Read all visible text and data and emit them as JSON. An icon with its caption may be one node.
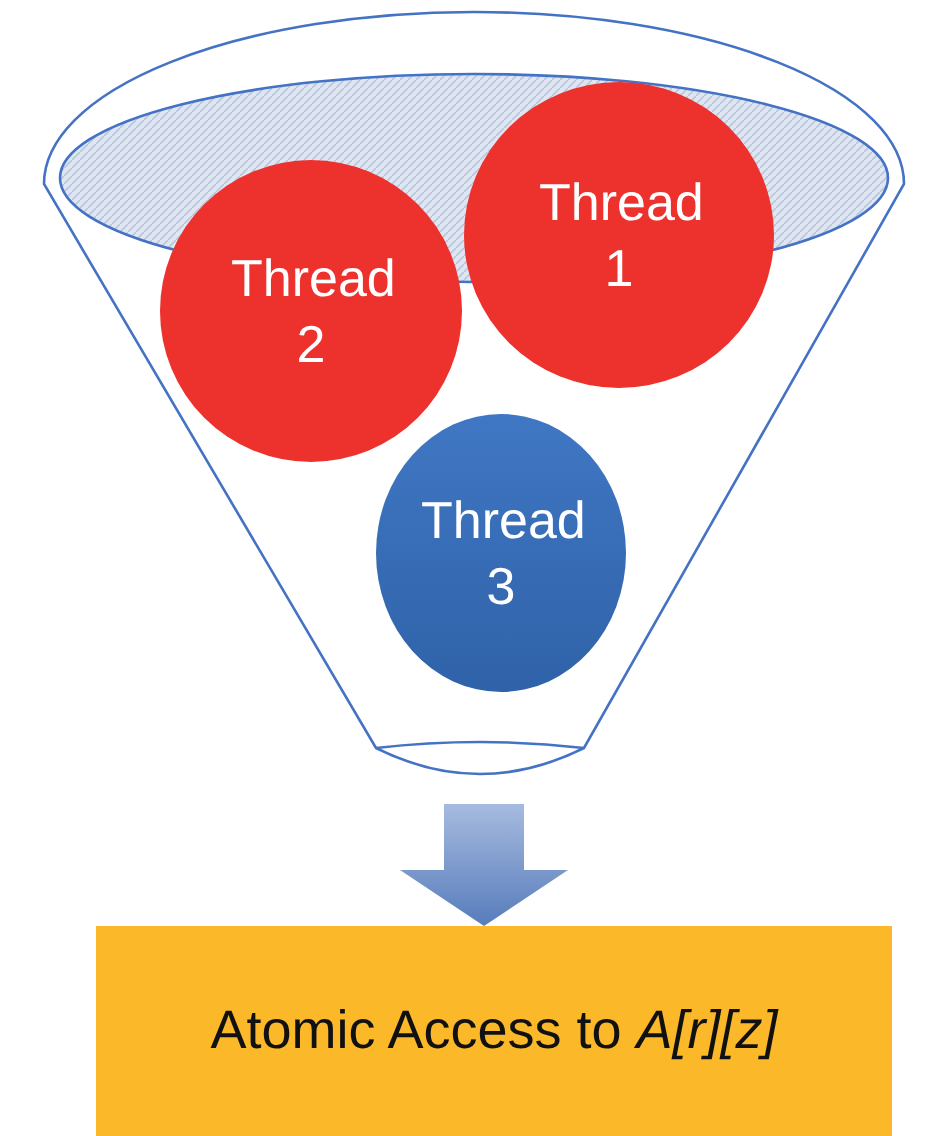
{
  "diagram": {
    "nodes": [
      {
        "text": [],
        "shape": "funnel"
      },
      {
        "text": [
          "Thread 1"
        ],
        "in": 0
      },
      {
        "text": [
          "Thread 2"
        ],
        "in": 0
      },
      {
        "text": [
          "Thread 3"
        ],
        "in": 0
      },
      {
        "text": [
          "Atomic Access to *A[r][z]*"
        ]
      }
    ],
    "edges": [
      {
        "from": 0,
        "to": 4,
        "arrow": "to",
        "style": "thick"
      }
    ]
  }
}
